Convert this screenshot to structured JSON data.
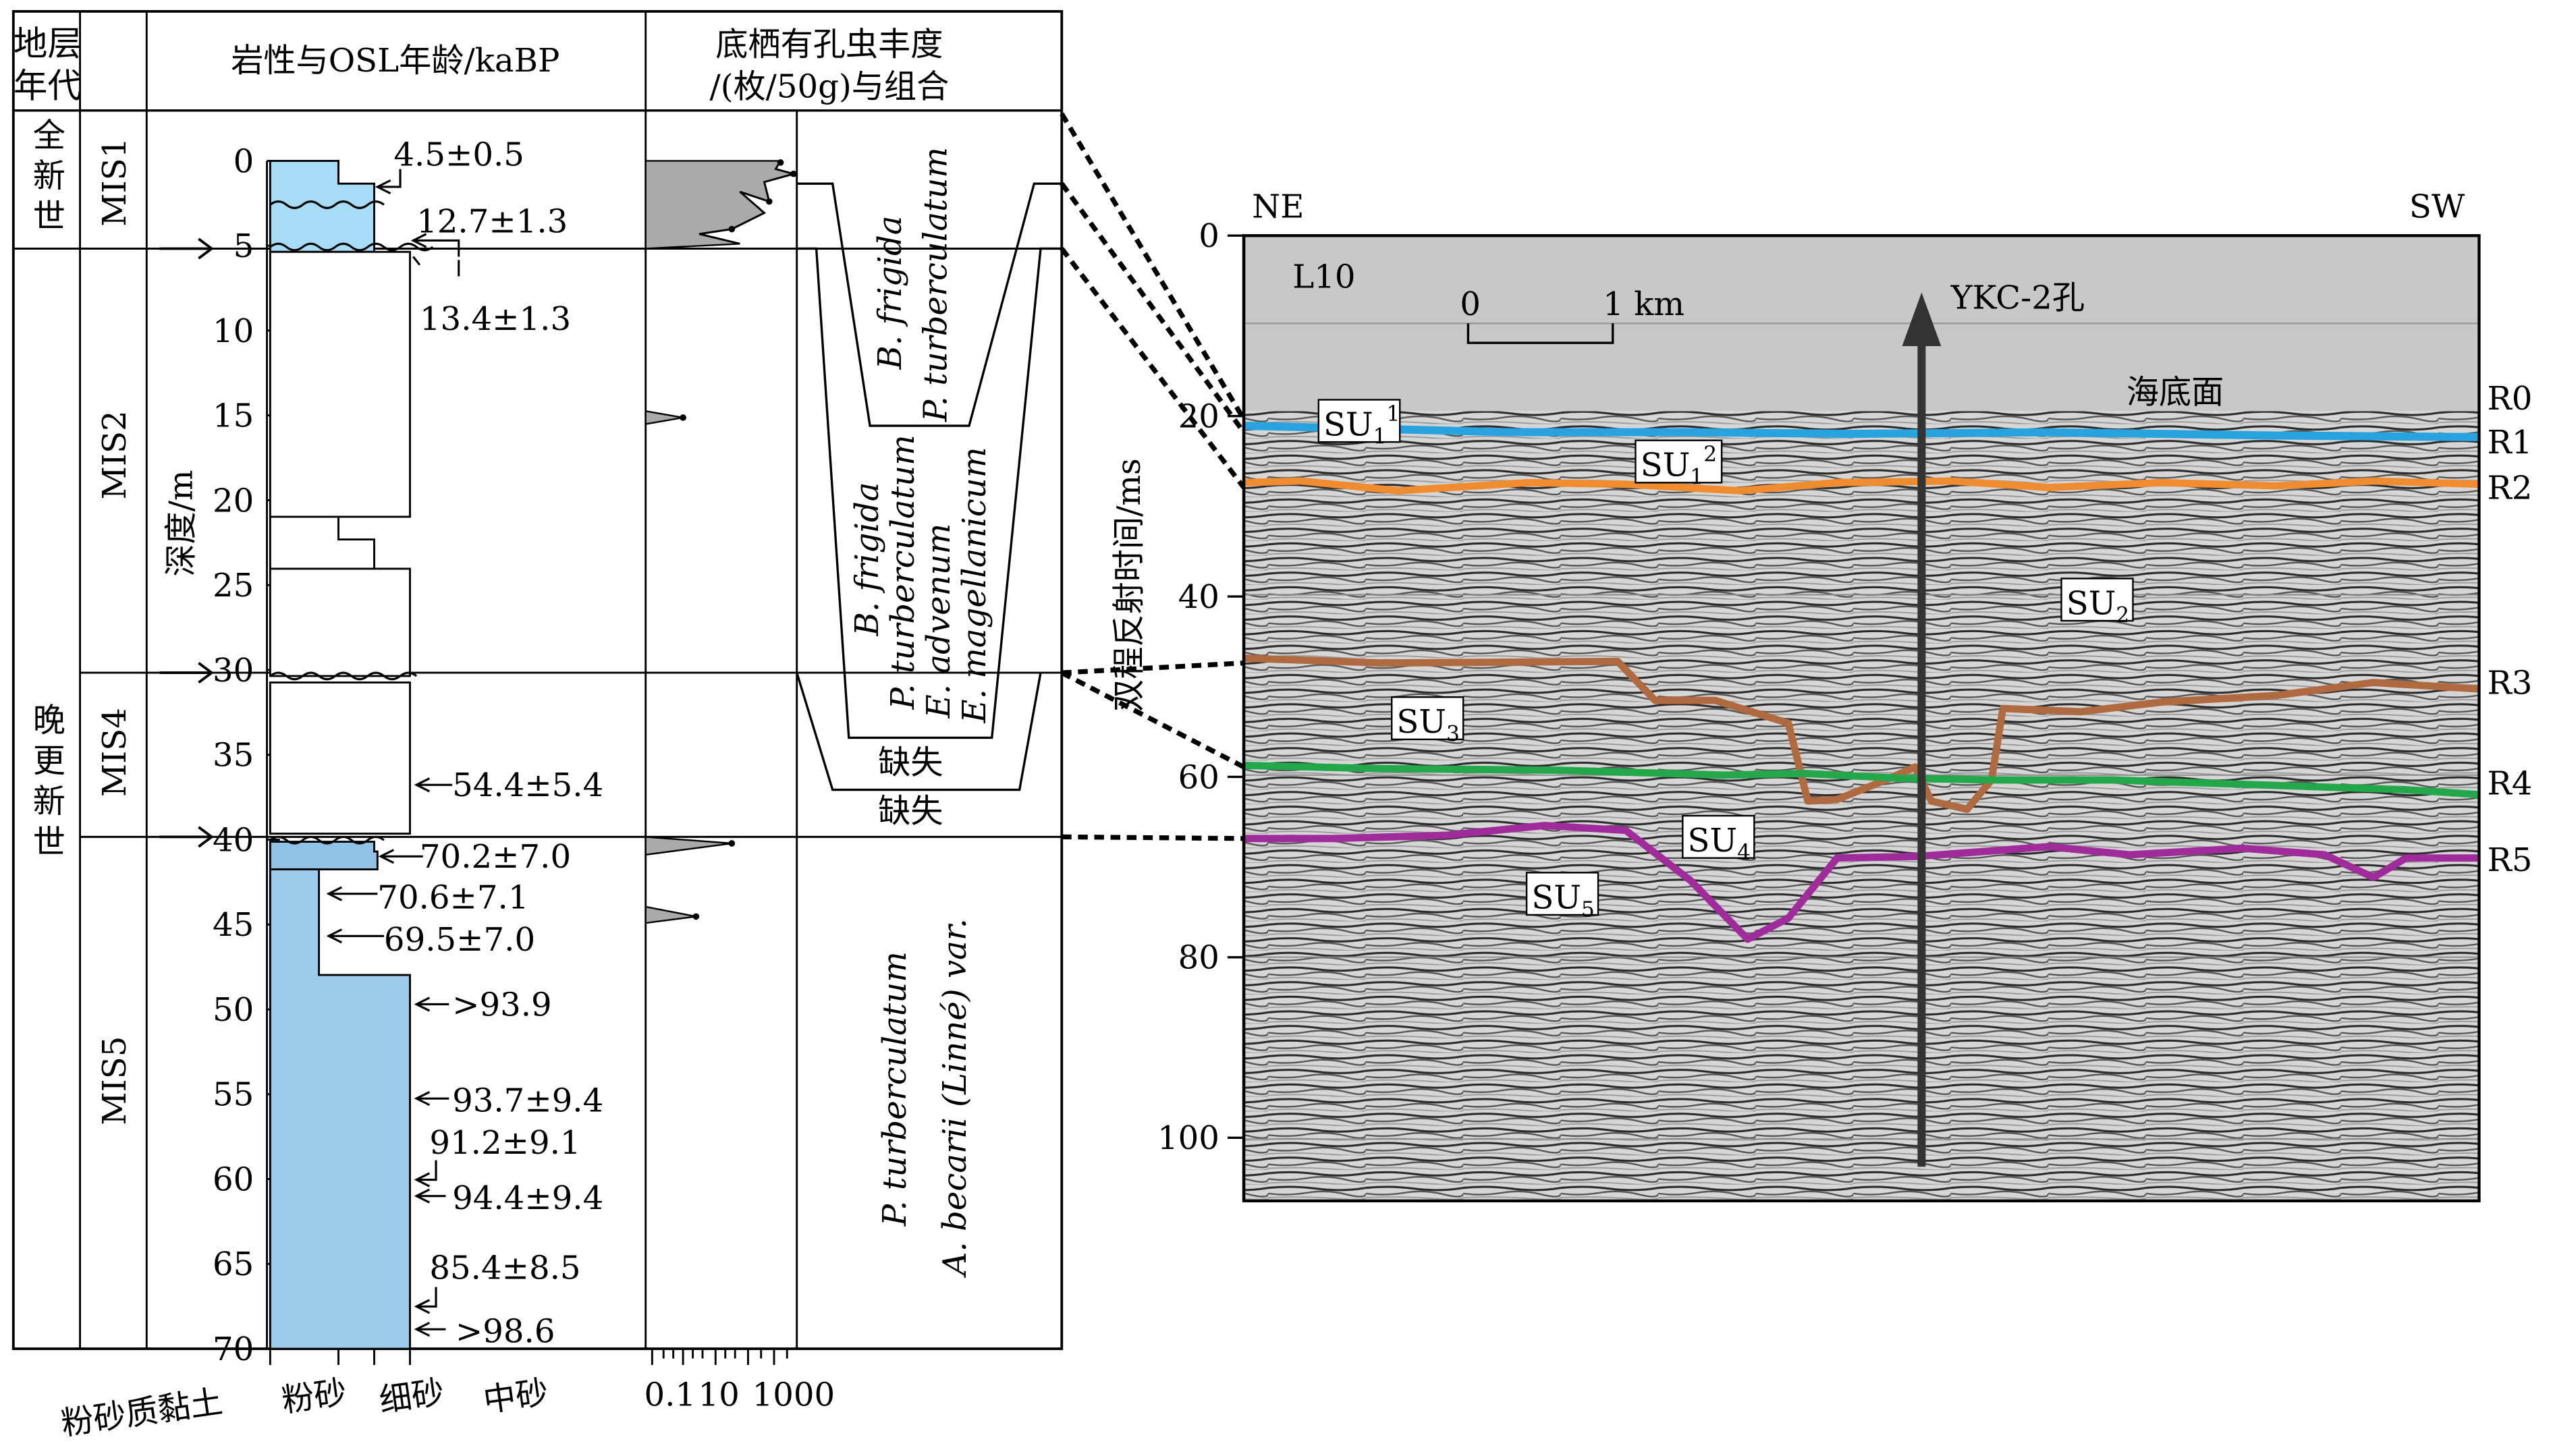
{
  "column_panel": {
    "headers": {
      "strata_age": [
        "地层",
        "年代"
      ],
      "lithology_osl": "岩性与OSL年龄/kaBP",
      "foraminifera": [
        "底栖有孔虫丰度",
        "/(枚/50g)与组合"
      ]
    },
    "epochs": [
      "全新世",
      "晚更新世"
    ],
    "mis_stages": [
      "MIS1",
      "MIS2",
      "MIS4",
      "MIS5"
    ],
    "depth_axis": {
      "label": "深度/m",
      "ticks": [
        "0",
        "5",
        "10",
        "15",
        "20",
        "25",
        "30",
        "35",
        "40",
        "45",
        "50",
        "55",
        "60",
        "65",
        "70"
      ],
      "range": [
        0,
        70
      ]
    },
    "osl_ages": [
      "4.5±0.5",
      "12.7±1.3",
      "13.4±1.3",
      "54.4±5.4",
      "70.2±7.0",
      "70.6±7.1",
      "69.5±7.0",
      ">93.9",
      "93.7±9.4",
      "91.2±9.1",
      "94.4±9.4",
      "85.4±8.5",
      ">98.6"
    ],
    "grain_size_labels": [
      "粉砂质黏土",
      "粉砂",
      "细砂",
      "中砂"
    ],
    "abundance_axis_ticks": [
      "0.1",
      "10",
      "1000"
    ],
    "assemblages": {
      "a1": [
        "B. frigida",
        "P. turberculatum"
      ],
      "a2": [
        "B. frigida",
        "P. turberculatum",
        "E. advenum",
        "E. magellanicum"
      ],
      "a3": [
        "P. turberculatum",
        "A. becarii (Linné) var."
      ],
      "missing_1": "缺失",
      "missing_2": "缺失"
    },
    "colors": {
      "sand_light": "#a8dcf6",
      "sand_mid": "#9dcbea",
      "sand_dark": "#8fc2e4",
      "abundance_fill": "#aaaaaa"
    }
  },
  "seismic_panel": {
    "line_name": "L10",
    "direction_left": "NE",
    "direction_right": "SW",
    "borehole_label": "YKC-2孔",
    "scale_bar": {
      "left": "0",
      "right": "1 km"
    },
    "seafloor_label": "海底面",
    "y_axis": {
      "label": "双程反射时间/ms",
      "ticks": [
        "0",
        "20",
        "40",
        "60",
        "80",
        "100"
      ],
      "range": [
        0,
        107
      ]
    },
    "reflectors": [
      {
        "name": "R0",
        "color": "#cccccc"
      },
      {
        "name": "R1",
        "color": "#29a3e0"
      },
      {
        "name": "R2",
        "color": "#f08c30"
      },
      {
        "name": "R3",
        "color": "#b06a40"
      },
      {
        "name": "R4",
        "color": "#22a84a"
      },
      {
        "name": "R5",
        "color": "#a02b9a"
      }
    ],
    "units": [
      {
        "base": "SU",
        "sub": "1",
        "sup": "1"
      },
      {
        "base": "SU",
        "sub": "1",
        "sup": "2"
      },
      {
        "base": "SU",
        "sub": "2",
        "sup": ""
      },
      {
        "base": "SU",
        "sub": "3",
        "sup": ""
      },
      {
        "base": "SU",
        "sub": "4",
        "sup": ""
      },
      {
        "base": "SU",
        "sub": "5",
        "sup": ""
      }
    ],
    "water_color": "#c8c8c8"
  }
}
